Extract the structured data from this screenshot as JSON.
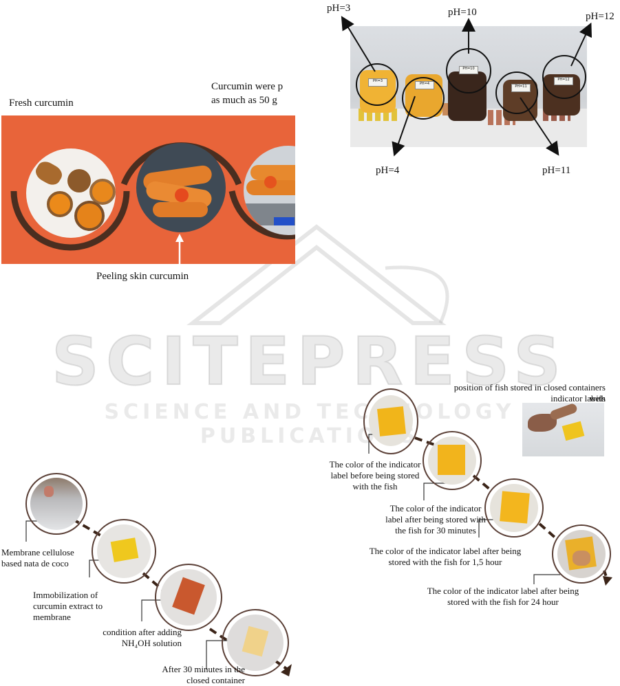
{
  "watermark": {
    "main": "SCITEPRESS",
    "sub": "SCIENCE AND TECHNOLOGY PUBLICATIONS"
  },
  "curcumin_panel": {
    "fresh": "Fresh curcumin",
    "weighed_line1": "Curcumin were p",
    "weighed_line2": "as much as 50 g",
    "peeling": "Peeling skin curcumin"
  },
  "ph_panel": {
    "ph3": "pH=3",
    "ph4": "pH=4",
    "ph10": "pH=10",
    "ph11": "pH=11",
    "ph12": "pH=12",
    "jar_labels": [
      "PH=3",
      "PH=4",
      "PH=10",
      "PH=11",
      "PH=12"
    ]
  },
  "membrane_panel": {
    "step1_line1": "Membrane cellulose",
    "step1_line2": "based nata de coco",
    "step2_line1": "Immobilization of",
    "step2_line2": "curcumin extract to",
    "step2_line3": "membrane",
    "step3_line1": "condition after adding",
    "step3_line2": "NH₄OH solution",
    "step4_line1": "After 30 minutes in the",
    "step4_line2": "closed container"
  },
  "fish_panel": {
    "position_line1": "position of fish stored in closed containers with",
    "position_line2": "indicator labels",
    "before_line1": "The color of the indicator",
    "before_line2": "label before being stored",
    "before_line3": "with the fish",
    "min30_line1": "The color of the indicator",
    "min30_line2": "label after being stored with",
    "min30_line3": "the fish for 30 minutes",
    "h15_line1": "The color of the indicator label after being",
    "h15_line2": "stored with the fish for 1,5 hour",
    "h24_line1": "The color of the indicator label after being",
    "h24_line2": "stored with the fish for 24 hour"
  },
  "colors": {
    "banner": "#e8643a",
    "arc": "#4a2e20",
    "frame": "#5a3f36",
    "dash": "#3b2418"
  }
}
